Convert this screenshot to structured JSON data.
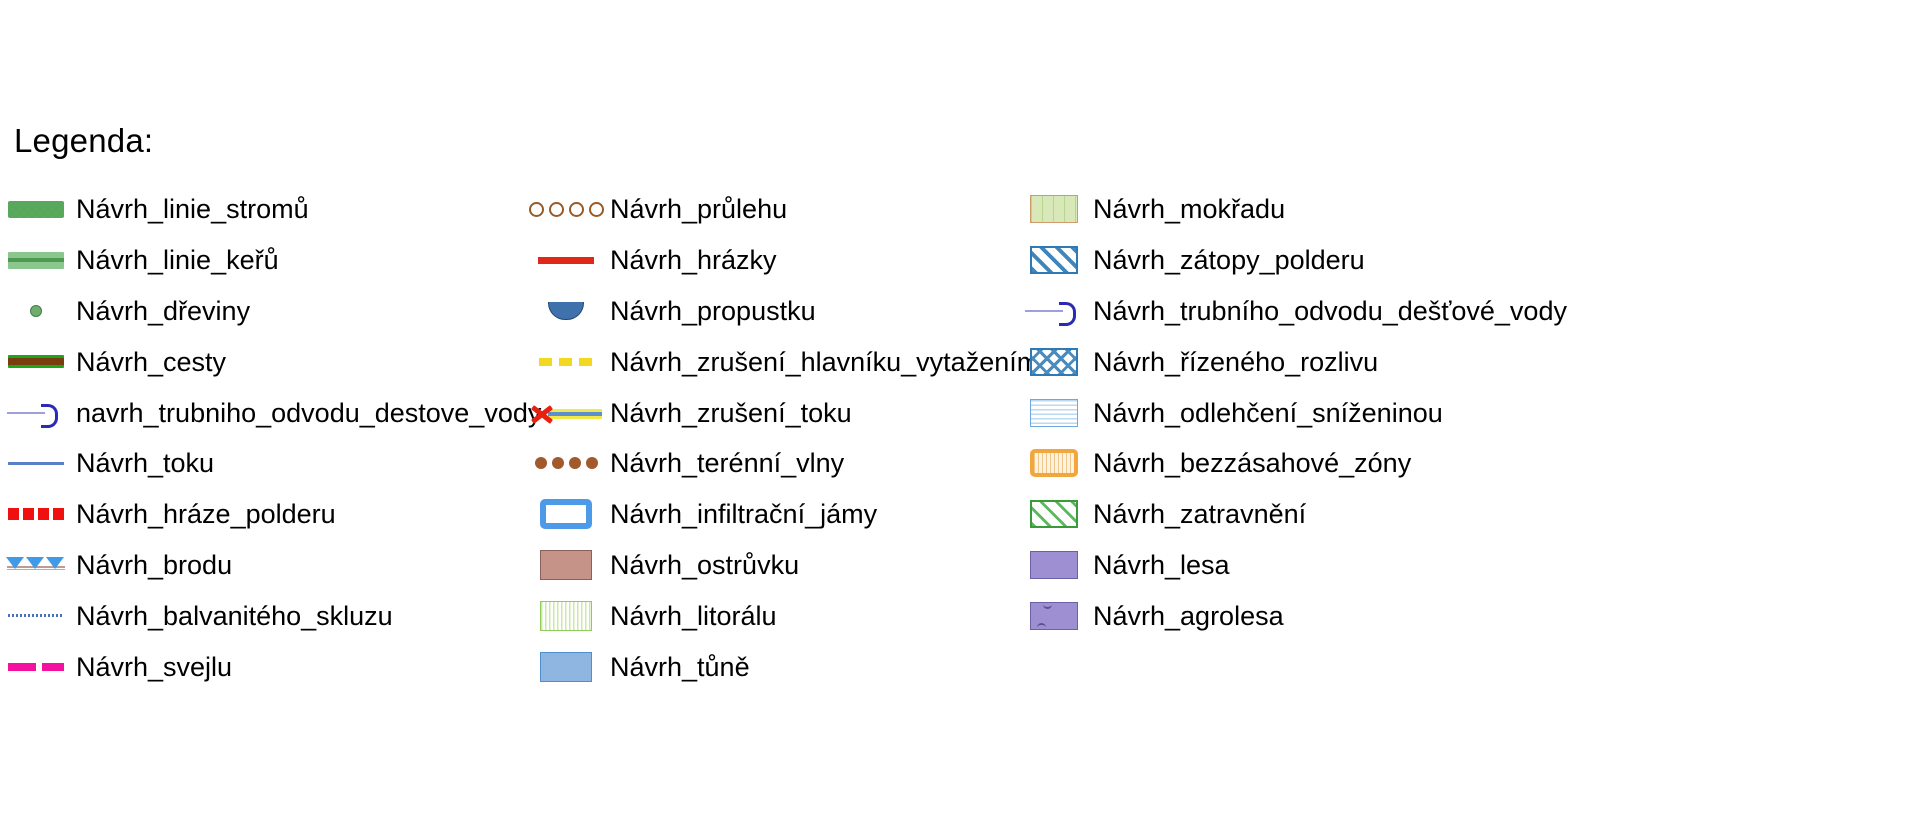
{
  "legend": {
    "title": "Legenda:",
    "columns": [
      {
        "id": "column-1",
        "items": [
          {
            "label": "Návrh_linie_stromů",
            "symbol": "green-bumpy-band"
          },
          {
            "label": "Návrh_linie_keřů",
            "symbol": "green-band-centerline"
          },
          {
            "label": "Návrh_dřeviny",
            "symbol": "small-green-dot"
          },
          {
            "label": "Návrh_cesty",
            "symbol": "brown-line-green-casing"
          },
          {
            "label": "navrh_trubniho_odvodu_destove_vody",
            "symbol": "blue-hooked-arrow"
          },
          {
            "label": "Návrh_toku",
            "symbol": "blue-line"
          },
          {
            "label": "Návrh_hráze_polderu",
            "symbol": "red-dashed-squares"
          },
          {
            "label": "Návrh_brodu",
            "symbol": "blue-triangles-on-line"
          },
          {
            "label": "Návrh_balvanitého_skluzu",
            "symbol": "blue-fine-dotted-line"
          },
          {
            "label": "Návrh_svejlu",
            "symbol": "magenta-dashed-line"
          }
        ]
      },
      {
        "id": "column-2",
        "items": [
          {
            "label": "Návrh_průlehu",
            "symbol": "brown-hollow-circles"
          },
          {
            "label": "Návrh_hrázky",
            "symbol": "red-thick-line"
          },
          {
            "label": "Návrh_propustku",
            "symbol": "blue-half-disc"
          },
          {
            "label": "Návrh_zrušení_hlavníku_vytažením",
            "symbol": "yellow-dashed-line"
          },
          {
            "label": "Návrh_zrušení_toku",
            "symbol": "red-x-over-yellow-blue-line"
          },
          {
            "label": "Návrh_terénní_vlny",
            "symbol": "brown-filled-dots"
          },
          {
            "label": "Návrh_infiltrační_jámy",
            "symbol": "blue-thick-frame"
          },
          {
            "label": "Návrh_ostrůvku",
            "symbol": "brown-filled-rect"
          },
          {
            "label": "Návrh_litorálu",
            "symbol": "green-vertical-hatch-rect"
          },
          {
            "label": "Návrh_tůně",
            "symbol": "blue-filled-rect"
          }
        ]
      },
      {
        "id": "column-3",
        "items": [
          {
            "label": "Návrh_mokřadu",
            "symbol": "green-fill-tan-border-rect"
          },
          {
            "label": "Návrh_zátopy_polderu",
            "symbol": "blue-diagonal-hatch-rect"
          },
          {
            "label": "Návrh_trubního_odvodu_dešťové_vody",
            "symbol": "blue-hooked-arrow"
          },
          {
            "label": "Návrh_řízeného_rozlivu",
            "symbol": "blue-cross-hatch-rect"
          },
          {
            "label": "Návrh_odlehčení_sníženinou",
            "symbol": "blue-horizontal-lines-rect"
          },
          {
            "label": "Návrh_bezzásahové_zóny",
            "symbol": "orange-grid-rounded-rect"
          },
          {
            "label": "Návrh_zatravnění",
            "symbol": "green-diagonal-hatch-rect"
          },
          {
            "label": "Návrh_lesa",
            "symbol": "purple-filled-rect"
          },
          {
            "label": "Návrh_agrolesa",
            "symbol": "purple-filled-rect-marks"
          }
        ]
      }
    ]
  },
  "colors": {
    "background": "#ffffff",
    "text": "#000000",
    "green": "#4f9a52",
    "brown": "#a05a2c",
    "red": "#e02718",
    "blue": "#4c9ae8",
    "dark_blue": "#2a2ab5",
    "yellow": "#f2d820",
    "magenta": "#f5119f",
    "orange": "#f2a63b",
    "purple": "#9d8fd1"
  }
}
